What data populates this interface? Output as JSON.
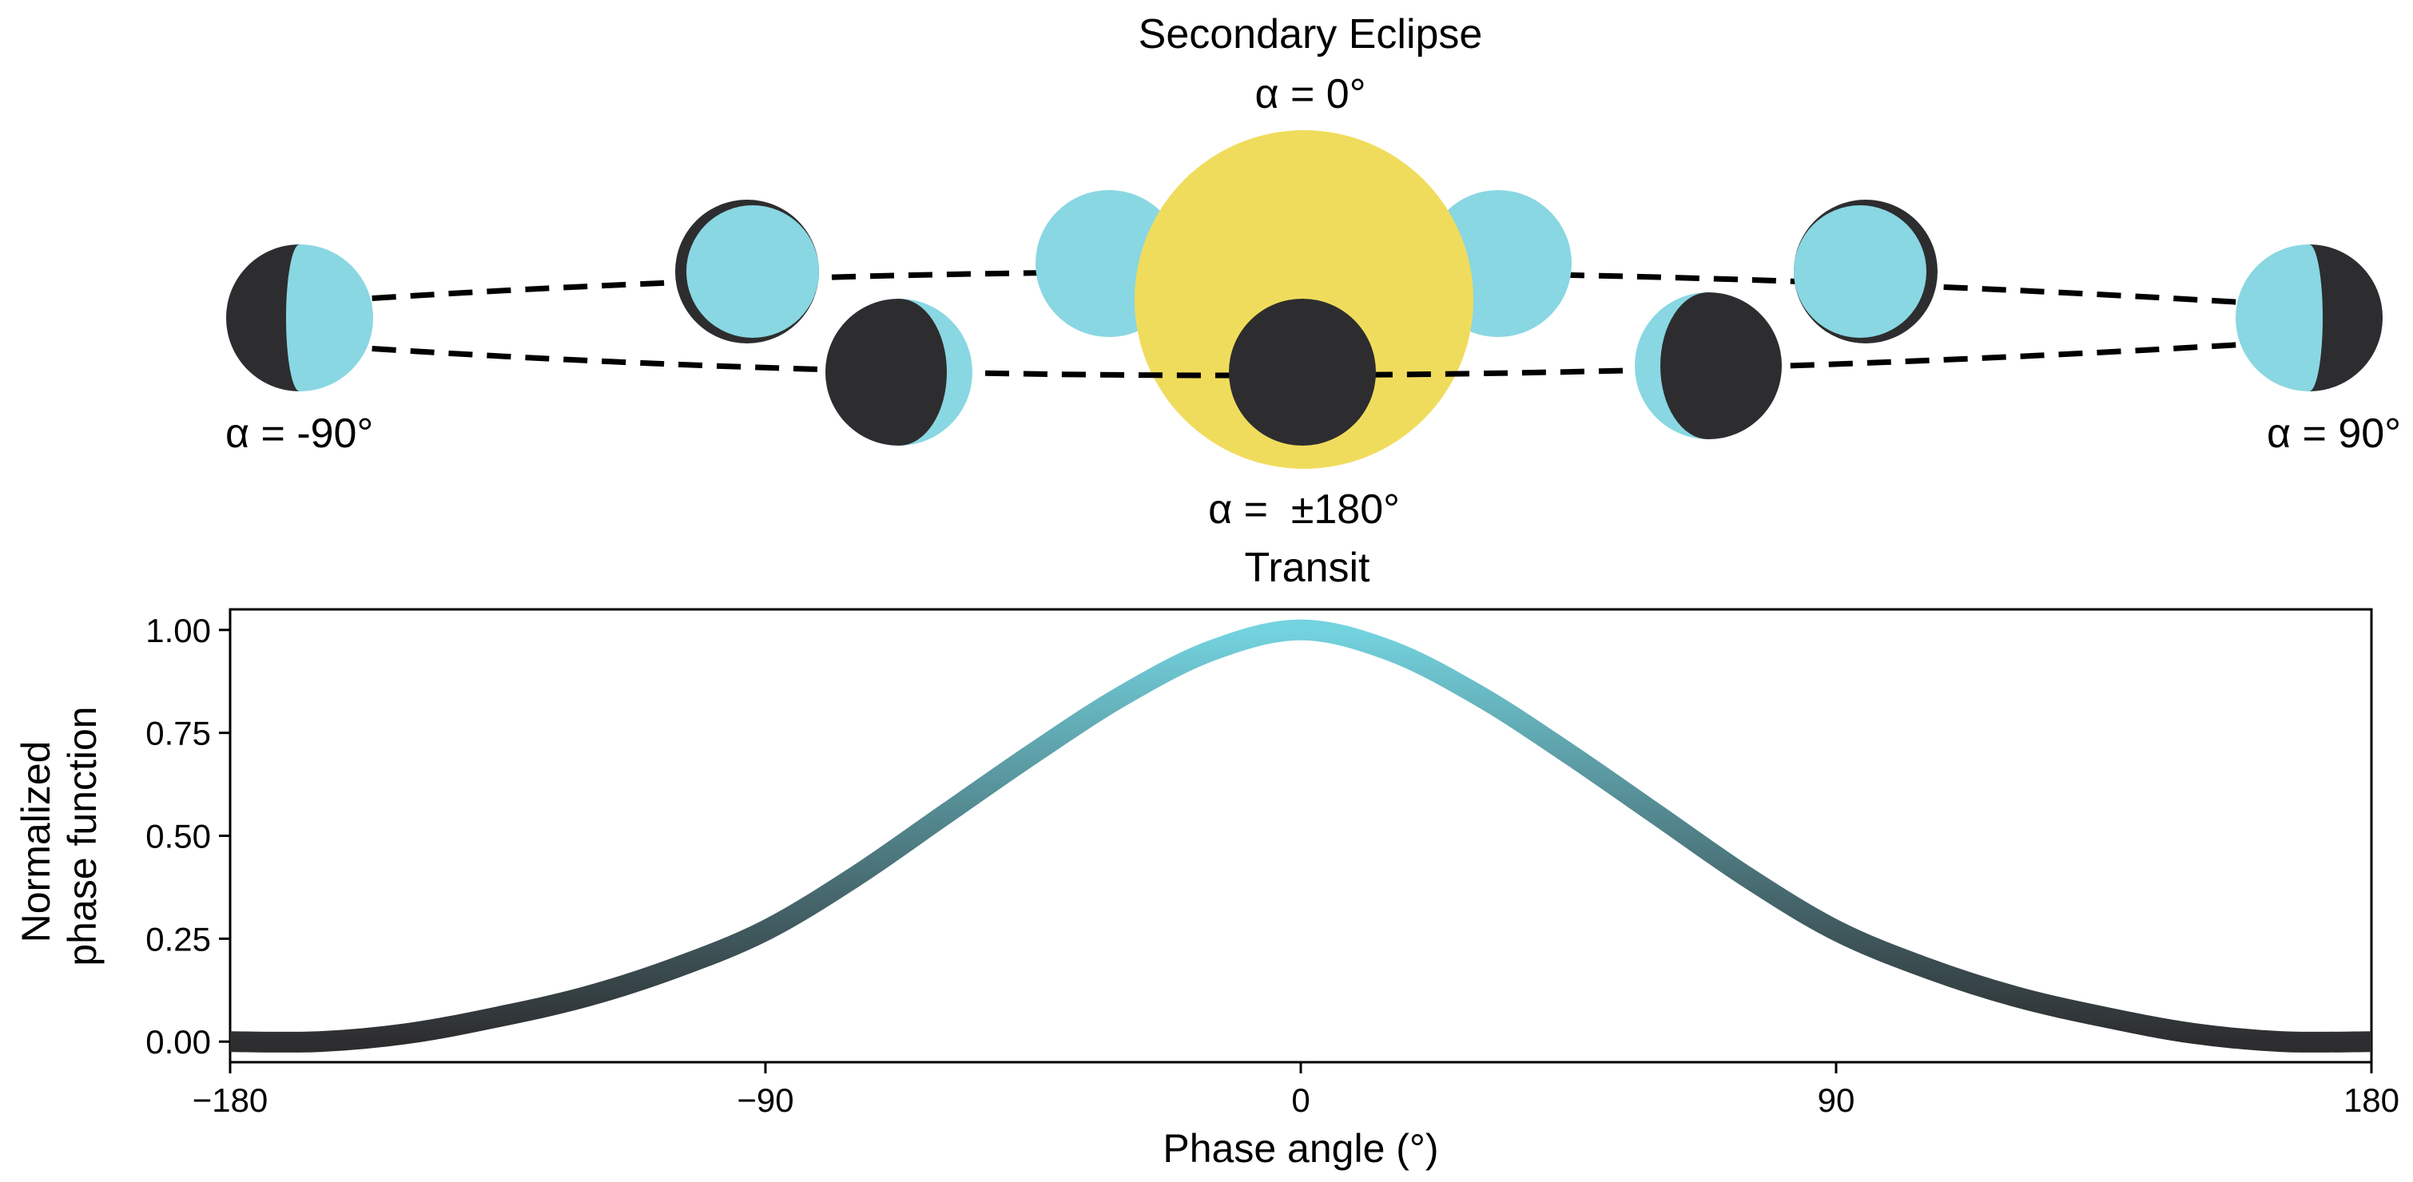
{
  "diagram": {
    "top_title": "Secondary Eclipse",
    "top_alpha": "α = 0°",
    "left_alpha": "α = -90°",
    "right_alpha": "α = 90°",
    "bottom_alpha": "α =  ±180°",
    "bottom_title": "Transit",
    "colors": {
      "star": "#f0dc5c",
      "planet_lit": "#89d7e2",
      "planet_dark": "#2d2d2f",
      "orbit": "#000000"
    }
  },
  "chart_data": {
    "type": "line",
    "xlabel": "Phase angle (°)",
    "ylabel": [
      "Normalized",
      "phase function"
    ],
    "xlim": [
      -180,
      180
    ],
    "ylim": [
      -0.05,
      1.05
    ],
    "xticks": [
      -180,
      -90,
      0,
      90,
      180
    ],
    "xtick_labels": [
      "−180",
      "−90",
      "0",
      "90",
      "180"
    ],
    "yticks": [
      0.0,
      0.25,
      0.5,
      0.75,
      1.0
    ],
    "ytick_labels": [
      "0.00",
      "0.25",
      "0.50",
      "0.75",
      "1.00"
    ],
    "grid": false,
    "series": [
      {
        "x": [
          -180,
          -165,
          -150,
          -135,
          -120,
          -105,
          -90,
          -75,
          -60,
          -45,
          -30,
          -15,
          0,
          15,
          30,
          45,
          60,
          75,
          90,
          105,
          120,
          135,
          150,
          165,
          180
        ],
        "values": [
          0.0,
          0.0,
          0.02,
          0.06,
          0.11,
          0.18,
          0.27,
          0.4,
          0.55,
          0.7,
          0.84,
          0.95,
          1.0,
          0.95,
          0.84,
          0.7,
          0.55,
          0.4,
          0.27,
          0.18,
          0.11,
          0.06,
          0.02,
          0.0,
          0.0
        ],
        "color_low": "#2d2d2f",
        "color_high": "#73d3df"
      }
    ]
  }
}
